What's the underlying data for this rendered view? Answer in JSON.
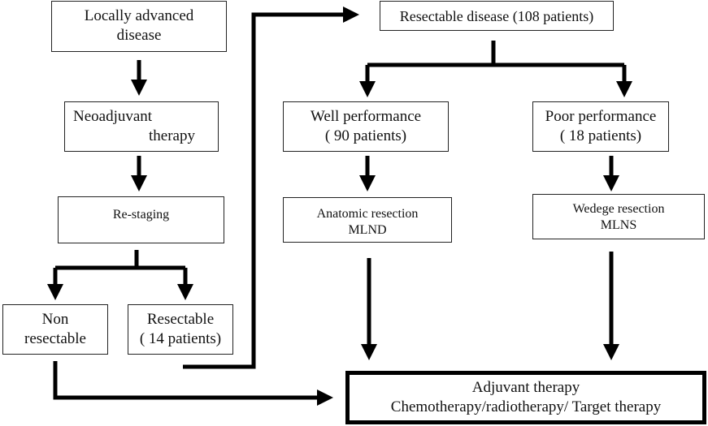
{
  "nodes": {
    "locally_advanced": {
      "line1": "Locally advanced",
      "line2": "disease"
    },
    "neoadjuvant": {
      "line1": "Neoadjuvant",
      "line2": "therapy"
    },
    "restaging": {
      "label": "Re-staging"
    },
    "non_resectable": {
      "line1": "Non",
      "line2": "resectable"
    },
    "resectable_small": {
      "line1": "Resectable",
      "line2": "( 14 patients)"
    },
    "resectable_disease": {
      "label": "Resectable disease (108 patients)"
    },
    "well_performance": {
      "line1": "Well performance",
      "line2": "( 90 patients)"
    },
    "poor_performance": {
      "line1": "Poor  performance",
      "line2": "( 18 patients)"
    },
    "anatomic_resection": {
      "line1": "Anatomic resection",
      "line2": "MLND"
    },
    "wedge_resection": {
      "line1": "Wedege resection",
      "line2": "MLNS"
    },
    "adjuvant": {
      "line1": "Adjuvant therapy",
      "line2": "Chemotherapy/radiotherapy/ Target therapy"
    }
  },
  "colors": {
    "line": "#000000",
    "border": "#222222",
    "background": "#ffffff"
  }
}
